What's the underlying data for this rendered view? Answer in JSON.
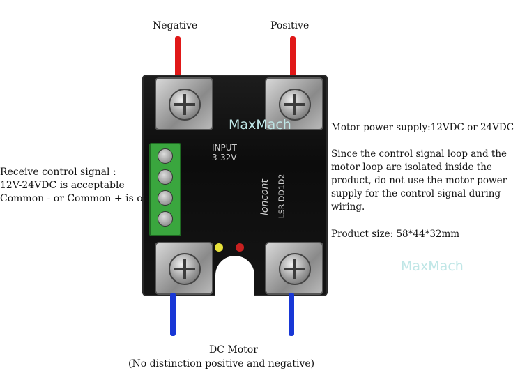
{
  "labels": {
    "negative": "Negative",
    "positive": "Positive",
    "dc_motor": "DC Motor",
    "no_distinction": "(No distinction positive and negative)"
  },
  "left_text": [
    "Receive control signal :",
    "12V-24VDC is acceptable",
    "Common - or Common + is ok"
  ],
  "right_text": {
    "supply": "Motor power supply:12VDC or 24VDC",
    "isolation": "Since the control signal loop and the motor loop are isolated inside the product, do not use the motor power supply for the control signal during wiring.",
    "size": "Product size: 58*44*32mm"
  },
  "device_print": {
    "input": "INPUT",
    "input_voltage": "3-32V",
    "brand": "loncont",
    "model": "LSR-DD1D2"
  },
  "watermarks": [
    "MaxMach",
    "MaxMach"
  ],
  "colors": {
    "positive_wire": "#e01818",
    "negative_wire": "#e01818",
    "motor_wire": "#1837d6"
  }
}
